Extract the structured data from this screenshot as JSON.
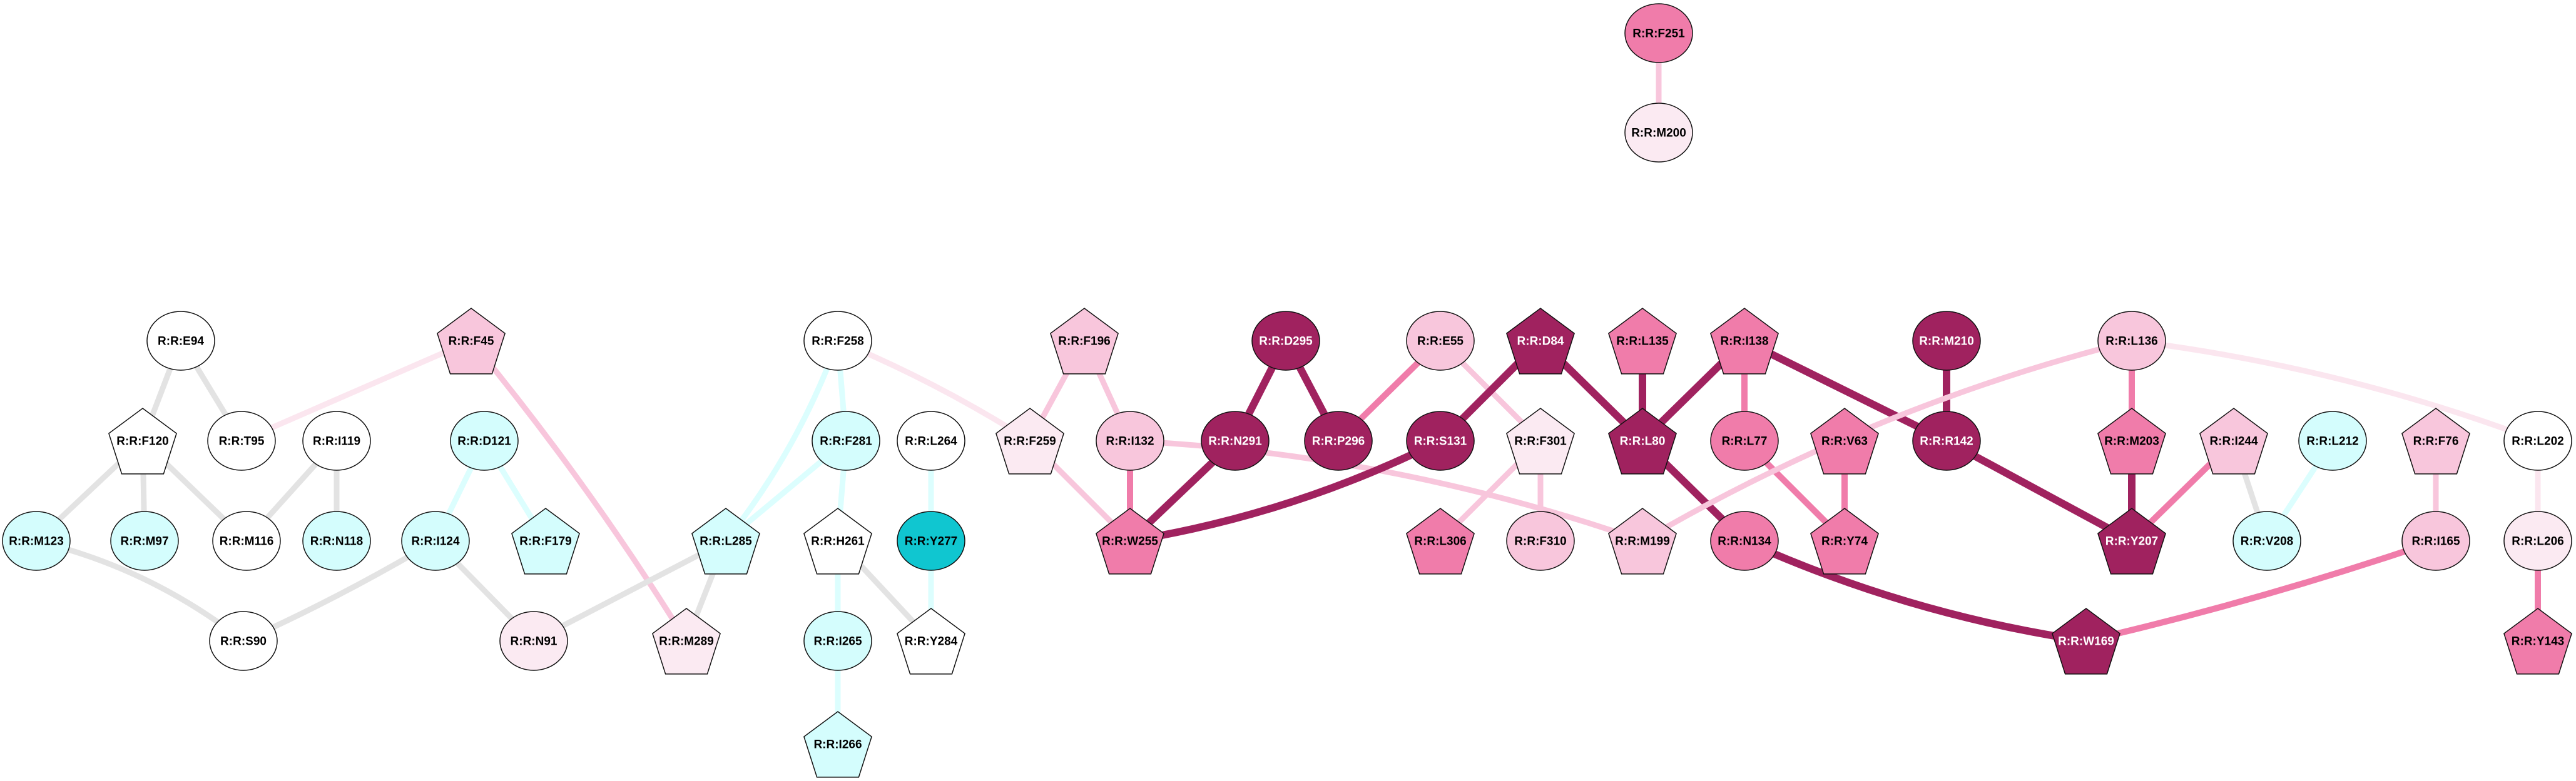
{
  "colors": {
    "dark": "#a0225f",
    "medium": "#f07caa",
    "light": "#f8c6dc",
    "vlight": "#fbeaf2",
    "white": "#ffffff",
    "lcyan": "#d4fdfd",
    "cyan": "#10c6d0",
    "edge_grey": "#e3e3e3",
    "edge_lcyan": "#dcfefe",
    "edge_vlight": "#fbe6ef"
  },
  "nodes": [
    {
      "id": "R:R:F251",
      "shape": "circle",
      "fill": "medium"
    },
    {
      "id": "R:R:M200",
      "shape": "circle",
      "fill": "vlight"
    },
    {
      "id": "R:R:E94",
      "shape": "circle",
      "fill": "white"
    },
    {
      "id": "R:R:F45",
      "shape": "pentagon",
      "fill": "light"
    },
    {
      "id": "R:R:F258",
      "shape": "circle",
      "fill": "white"
    },
    {
      "id": "R:R:F196",
      "shape": "pentagon",
      "fill": "light"
    },
    {
      "id": "R:R:D295",
      "shape": "circle",
      "fill": "dark"
    },
    {
      "id": "R:R:E55",
      "shape": "circle",
      "fill": "light"
    },
    {
      "id": "R:R:D84",
      "shape": "pentagon",
      "fill": "dark"
    },
    {
      "id": "R:R:L135",
      "shape": "pentagon",
      "fill": "medium"
    },
    {
      "id": "R:R:I138",
      "shape": "pentagon",
      "fill": "medium"
    },
    {
      "id": "R:R:M210",
      "shape": "circle",
      "fill": "dark"
    },
    {
      "id": "R:R:L136",
      "shape": "circle",
      "fill": "light"
    },
    {
      "id": "R:R:F120",
      "shape": "pentagon",
      "fill": "white"
    },
    {
      "id": "R:R:T95",
      "shape": "circle",
      "fill": "white"
    },
    {
      "id": "R:R:I119",
      "shape": "circle",
      "fill": "white"
    },
    {
      "id": "R:R:D121",
      "shape": "circle",
      "fill": "lcyan"
    },
    {
      "id": "R:R:F281",
      "shape": "circle",
      "fill": "lcyan"
    },
    {
      "id": "R:R:L264",
      "shape": "circle",
      "fill": "white"
    },
    {
      "id": "R:R:F259",
      "shape": "pentagon",
      "fill": "vlight"
    },
    {
      "id": "R:R:I132",
      "shape": "circle",
      "fill": "light"
    },
    {
      "id": "R:R:N291",
      "shape": "circle",
      "fill": "dark"
    },
    {
      "id": "R:R:P296",
      "shape": "circle",
      "fill": "dark"
    },
    {
      "id": "R:R:S131",
      "shape": "circle",
      "fill": "dark"
    },
    {
      "id": "R:R:F301",
      "shape": "pentagon",
      "fill": "vlight"
    },
    {
      "id": "R:R:L80",
      "shape": "pentagon",
      "fill": "dark"
    },
    {
      "id": "R:R:L77",
      "shape": "circle",
      "fill": "medium"
    },
    {
      "id": "R:R:V63",
      "shape": "pentagon",
      "fill": "medium"
    },
    {
      "id": "R:R:R142",
      "shape": "circle",
      "fill": "dark"
    },
    {
      "id": "R:R:M203",
      "shape": "pentagon",
      "fill": "medium"
    },
    {
      "id": "R:R:I244",
      "shape": "pentagon",
      "fill": "light"
    },
    {
      "id": "R:R:L212",
      "shape": "circle",
      "fill": "lcyan"
    },
    {
      "id": "R:R:F76",
      "shape": "pentagon",
      "fill": "light"
    },
    {
      "id": "R:R:L202",
      "shape": "circle",
      "fill": "white"
    },
    {
      "id": "R:R:M123",
      "shape": "circle",
      "fill": "lcyan"
    },
    {
      "id": "R:R:M97",
      "shape": "circle",
      "fill": "lcyan"
    },
    {
      "id": "R:R:M116",
      "shape": "circle",
      "fill": "white"
    },
    {
      "id": "R:R:N118",
      "shape": "circle",
      "fill": "lcyan"
    },
    {
      "id": "R:R:I124",
      "shape": "circle",
      "fill": "lcyan"
    },
    {
      "id": "R:R:F179",
      "shape": "pentagon",
      "fill": "lcyan"
    },
    {
      "id": "R:R:L285",
      "shape": "pentagon",
      "fill": "lcyan"
    },
    {
      "id": "R:R:H261",
      "shape": "pentagon",
      "fill": "white"
    },
    {
      "id": "R:R:Y277",
      "shape": "circle",
      "fill": "cyan"
    },
    {
      "id": "R:R:W255",
      "shape": "pentagon",
      "fill": "medium"
    },
    {
      "id": "R:R:L306",
      "shape": "pentagon",
      "fill": "medium"
    },
    {
      "id": "R:R:F310",
      "shape": "circle",
      "fill": "light"
    },
    {
      "id": "R:R:M199",
      "shape": "pentagon",
      "fill": "light"
    },
    {
      "id": "R:R:N134",
      "shape": "circle",
      "fill": "medium"
    },
    {
      "id": "R:R:Y74",
      "shape": "pentagon",
      "fill": "medium"
    },
    {
      "id": "R:R:Y207",
      "shape": "pentagon",
      "fill": "dark"
    },
    {
      "id": "R:R:V208",
      "shape": "circle",
      "fill": "lcyan"
    },
    {
      "id": "R:R:I165",
      "shape": "circle",
      "fill": "light"
    },
    {
      "id": "R:R:L206",
      "shape": "circle",
      "fill": "vlight"
    },
    {
      "id": "R:R:S90",
      "shape": "circle",
      "fill": "white"
    },
    {
      "id": "R:R:N91",
      "shape": "circle",
      "fill": "vlight"
    },
    {
      "id": "R:R:M289",
      "shape": "pentagon",
      "fill": "vlight"
    },
    {
      "id": "R:R:I265",
      "shape": "circle",
      "fill": "lcyan"
    },
    {
      "id": "R:R:Y284",
      "shape": "pentagon",
      "fill": "white"
    },
    {
      "id": "R:R:W169",
      "shape": "pentagon",
      "fill": "dark"
    },
    {
      "id": "R:R:Y143",
      "shape": "pentagon",
      "fill": "medium"
    },
    {
      "id": "R:R:I266",
      "shape": "pentagon",
      "fill": "lcyan"
    }
  ],
  "edges": [
    [
      "R:R:F251",
      "R:R:M200",
      "light"
    ],
    [
      "R:R:E94",
      "R:R:F120",
      "edge_grey"
    ],
    [
      "R:R:E94",
      "R:R:T95",
      "edge_grey"
    ],
    [
      "R:R:F45",
      "R:R:T95",
      "edge_vlight"
    ],
    [
      "R:R:F45",
      "R:R:M289",
      "light"
    ],
    [
      "R:R:F120",
      "R:R:M123",
      "edge_grey"
    ],
    [
      "R:R:F120",
      "R:R:M97",
      "edge_grey"
    ],
    [
      "R:R:F120",
      "R:R:M116",
      "edge_grey"
    ],
    [
      "R:R:I119",
      "R:R:M116",
      "edge_grey"
    ],
    [
      "R:R:I119",
      "R:R:N118",
      "edge_grey"
    ],
    [
      "R:R:D121",
      "R:R:I124",
      "edge_lcyan"
    ],
    [
      "R:R:D121",
      "R:R:F179",
      "edge_lcyan"
    ],
    [
      "R:R:M123",
      "R:R:S90",
      "edge_grey"
    ],
    [
      "R:R:I124",
      "R:R:S90",
      "edge_grey"
    ],
    [
      "R:R:I124",
      "R:R:N91",
      "edge_grey"
    ],
    [
      "R:R:L285",
      "R:R:N91",
      "edge_grey"
    ],
    [
      "R:R:L285",
      "R:R:M289",
      "edge_grey"
    ],
    [
      "R:R:F258",
      "R:R:L285",
      "edge_lcyan"
    ],
    [
      "R:R:F258",
      "R:R:F281",
      "edge_lcyan"
    ],
    [
      "R:R:F258",
      "R:R:F259",
      "edge_vlight"
    ],
    [
      "R:R:F281",
      "R:R:L285",
      "edge_lcyan"
    ],
    [
      "R:R:F281",
      "R:R:H261",
      "edge_lcyan"
    ],
    [
      "R:R:H261",
      "R:R:I265",
      "edge_lcyan"
    ],
    [
      "R:R:H261",
      "R:R:Y284",
      "edge_grey"
    ],
    [
      "R:R:L264",
      "R:R:Y277",
      "edge_lcyan"
    ],
    [
      "R:R:Y277",
      "R:R:Y284",
      "edge_lcyan"
    ],
    [
      "R:R:I265",
      "R:R:I266",
      "edge_lcyan"
    ],
    [
      "R:R:F196",
      "R:R:F259",
      "light"
    ],
    [
      "R:R:F196",
      "R:R:I132",
      "light"
    ],
    [
      "R:R:F259",
      "R:R:W255",
      "light"
    ],
    [
      "R:R:I132",
      "R:R:W255",
      "medium"
    ],
    [
      "R:R:I132",
      "R:R:M199",
      "light"
    ],
    [
      "R:R:D295",
      "R:R:N291",
      "dark"
    ],
    [
      "R:R:D295",
      "R:R:P296",
      "dark"
    ],
    [
      "R:R:N291",
      "R:R:W255",
      "dark"
    ],
    [
      "R:R:E55",
      "R:R:P296",
      "medium"
    ],
    [
      "R:R:E55",
      "R:R:F301",
      "light"
    ],
    [
      "R:R:D84",
      "R:R:S131",
      "dark"
    ],
    [
      "R:R:D84",
      "R:R:L80",
      "dark"
    ],
    [
      "R:R:S131",
      "R:R:W255",
      "dark"
    ],
    [
      "R:R:F301",
      "R:R:L306",
      "light"
    ],
    [
      "R:R:F301",
      "R:R:F310",
      "light"
    ],
    [
      "R:R:L135",
      "R:R:L80",
      "dark"
    ],
    [
      "R:R:I138",
      "R:R:L80",
      "dark"
    ],
    [
      "R:R:I138",
      "R:R:L77",
      "medium"
    ],
    [
      "R:R:I138",
      "R:R:R142",
      "dark"
    ],
    [
      "R:R:L80",
      "R:R:N134",
      "dark"
    ],
    [
      "R:R:N134",
      "R:R:W169",
      "dark"
    ],
    [
      "R:R:L77",
      "R:R:Y74",
      "medium"
    ],
    [
      "R:R:V63",
      "R:R:Y74",
      "medium"
    ],
    [
      "R:R:M210",
      "R:R:R142",
      "dark"
    ],
    [
      "R:R:R142",
      "R:R:Y207",
      "dark"
    ],
    [
      "R:R:L136",
      "R:R:M203",
      "medium"
    ],
    [
      "R:R:L136",
      "R:R:M199",
      "light"
    ],
    [
      "R:R:L136",
      "R:R:L202",
      "edge_vlight"
    ],
    [
      "R:R:M203",
      "R:R:Y207",
      "dark"
    ],
    [
      "R:R:I244",
      "R:R:Y207",
      "medium"
    ],
    [
      "R:R:I244",
      "R:R:V208",
      "edge_grey"
    ],
    [
      "R:R:L212",
      "R:R:V208",
      "edge_lcyan"
    ],
    [
      "R:R:F76",
      "R:R:I165",
      "light"
    ],
    [
      "R:R:I165",
      "R:R:W169",
      "medium"
    ],
    [
      "R:R:L202",
      "R:R:L206",
      "edge_vlight"
    ],
    [
      "R:R:L206",
      "R:R:Y143",
      "medium"
    ]
  ]
}
